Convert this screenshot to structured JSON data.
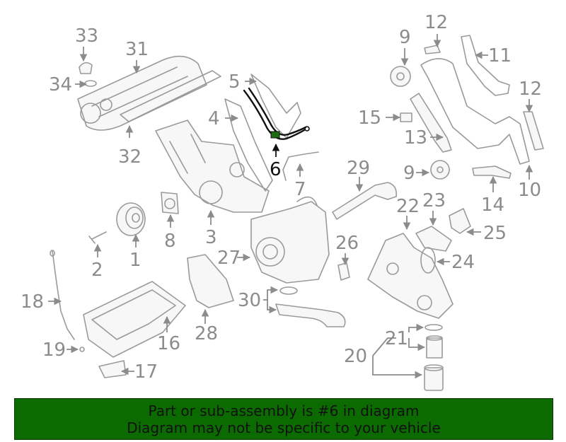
{
  "colors": {
    "banner_bg": "#0b6b00",
    "banner_text": "#111111",
    "part_stroke": "#9a9a9a",
    "label": "#8c8c8c",
    "highlight": "#111111"
  },
  "labels": {
    "l1": "1",
    "l2": "2",
    "l3": "3",
    "l4": "4",
    "l5": "5",
    "l6": "6",
    "l7": "7",
    "l8": "8",
    "l9a": "9",
    "l9b": "9",
    "l10": "10",
    "l11": "11",
    "l12a": "12",
    "l12b": "12",
    "l13": "13",
    "l14": "14",
    "l15": "15",
    "l16": "16",
    "l17": "17",
    "l18": "18",
    "l19": "19",
    "l20": "20",
    "l21": "21",
    "l22": "22",
    "l23": "23",
    "l24": "24",
    "l25": "25",
    "l26": "26",
    "l27": "27",
    "l28": "28",
    "l29": "29",
    "l30": "30",
    "l31": "31",
    "l32": "32",
    "l33": "33",
    "l34": "34"
  },
  "banner": {
    "line1": "Part or sub-assembly is #6 in diagram",
    "line2": "Diagram may not be specific to your vehicle"
  }
}
